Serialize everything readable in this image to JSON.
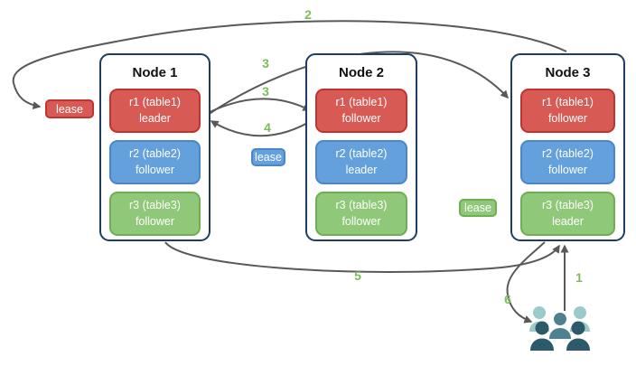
{
  "colors": {
    "node-border": "#1f3c61",
    "red": "#d85a55",
    "red-border": "#c0332e",
    "blue": "#64a0dc",
    "blue-border": "#4a86c8",
    "green": "#90c87a",
    "green-border": "#6fae53",
    "step": "#7cba5d",
    "arrow": "#595959",
    "user-light": "#9acaca",
    "user-mid": "#4e8190",
    "user-dark": "#2d5a6b"
  },
  "nodes": [
    {
      "title": "Node 1",
      "replicas": [
        {
          "name": "r1 (table1)",
          "role": "leader",
          "color": "red"
        },
        {
          "name": "r2 (table2)",
          "role": "follower",
          "color": "blue"
        },
        {
          "name": "r3 (table3)",
          "role": "follower",
          "color": "green"
        }
      ]
    },
    {
      "title": "Node 2",
      "replicas": [
        {
          "name": "r1 (table1)",
          "role": "follower",
          "color": "red"
        },
        {
          "name": "r2 (table2)",
          "role": "leader",
          "color": "blue"
        },
        {
          "name": "r3 (table3)",
          "role": "follower",
          "color": "green"
        }
      ]
    },
    {
      "title": "Node 3",
      "replicas": [
        {
          "name": "r1 (table1)",
          "role": "follower",
          "color": "red"
        },
        {
          "name": "r2 (table2)",
          "role": "follower",
          "color": "blue"
        },
        {
          "name": "r3 (table3)",
          "role": "leader",
          "color": "green"
        }
      ]
    }
  ],
  "leases": [
    {
      "label": "lease",
      "color": "red"
    },
    {
      "label": "lease",
      "color": "blue"
    },
    {
      "label": "lease",
      "color": "green"
    }
  ],
  "step_labels": {
    "top_arc": "2",
    "to_node3": "3",
    "to_node2": "3",
    "ack_to_node1": "4",
    "bottom_arc": "5",
    "client_request": "1",
    "client_response": "6"
  },
  "icons": {
    "users": "users-group-icon"
  }
}
